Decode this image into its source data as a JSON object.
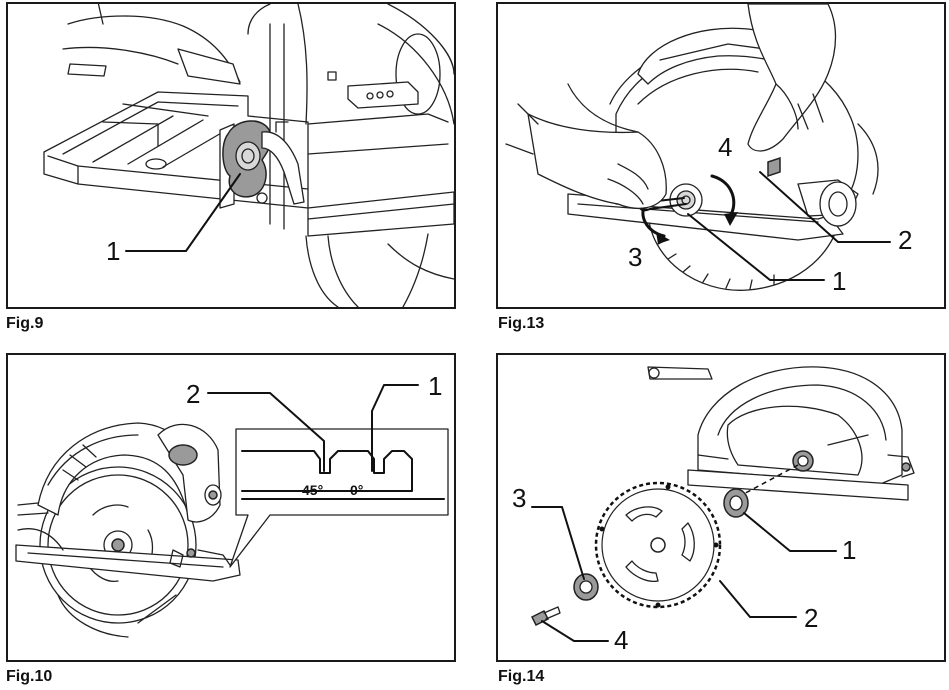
{
  "figures": [
    {
      "id": "fig9",
      "caption": "Fig.9",
      "callouts": [
        "1"
      ]
    },
    {
      "id": "fig13",
      "caption": "Fig.13",
      "callouts": [
        "1",
        "2",
        "3",
        "4"
      ]
    },
    {
      "id": "fig10",
      "caption": "Fig.10",
      "callouts": [
        "1",
        "2"
      ],
      "scale_marks": [
        "45°",
        "0°"
      ]
    },
    {
      "id": "fig14",
      "caption": "Fig.14",
      "callouts": [
        "1",
        "2",
        "3",
        "4"
      ]
    }
  ]
}
